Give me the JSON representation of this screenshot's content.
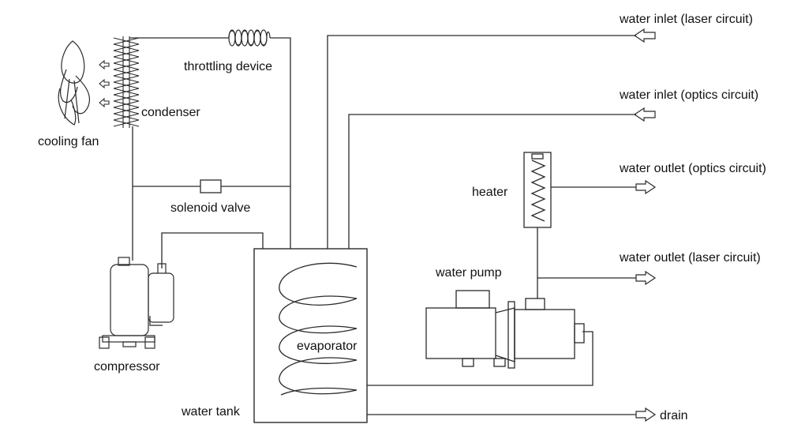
{
  "labels": {
    "water_inlet_laser": "water inlet (laser circuit)",
    "water_inlet_optics": "water inlet (optics circuit)",
    "water_outlet_optics": "water outlet (optics circuit)",
    "water_outlet_laser": "water outlet (laser circuit)",
    "drain": "drain",
    "throttling_device": "throttling device",
    "condenser": "condenser",
    "cooling_fan": "cooling fan",
    "solenoid_valve": "solenoid valve",
    "heater": "heater",
    "water_pump": "water pump",
    "compressor": "compressor",
    "evaporator": "evaporator",
    "water_tank": "water tank"
  },
  "colors": {
    "line": "#2b2b2b",
    "background": "#ffffff"
  }
}
